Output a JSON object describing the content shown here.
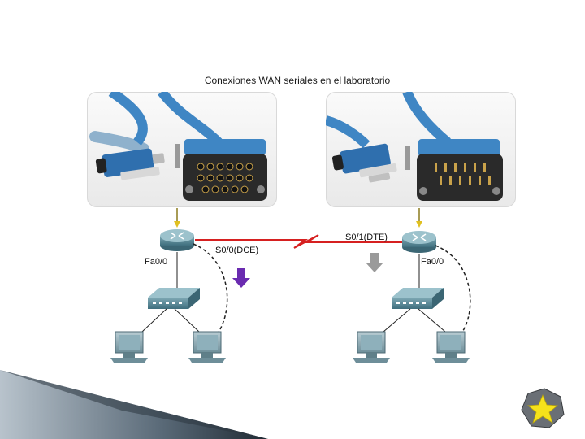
{
  "slide": {
    "title": "Conexiones WAN seriales en el laboratorio"
  },
  "left_router": {
    "lan_port": "Fa0/0",
    "serial_port": "S0/0(DCE)"
  },
  "right_router": {
    "lan_port": "Fa0/0",
    "serial_port": "S0/1(DTE)"
  },
  "colors": {
    "serial_link": "#d62020",
    "cable_blue": "#3f86c4",
    "dce_arrow": "#6a2bb0",
    "dte_arrow": "#9a9a9a",
    "star": "#f6e21b"
  }
}
